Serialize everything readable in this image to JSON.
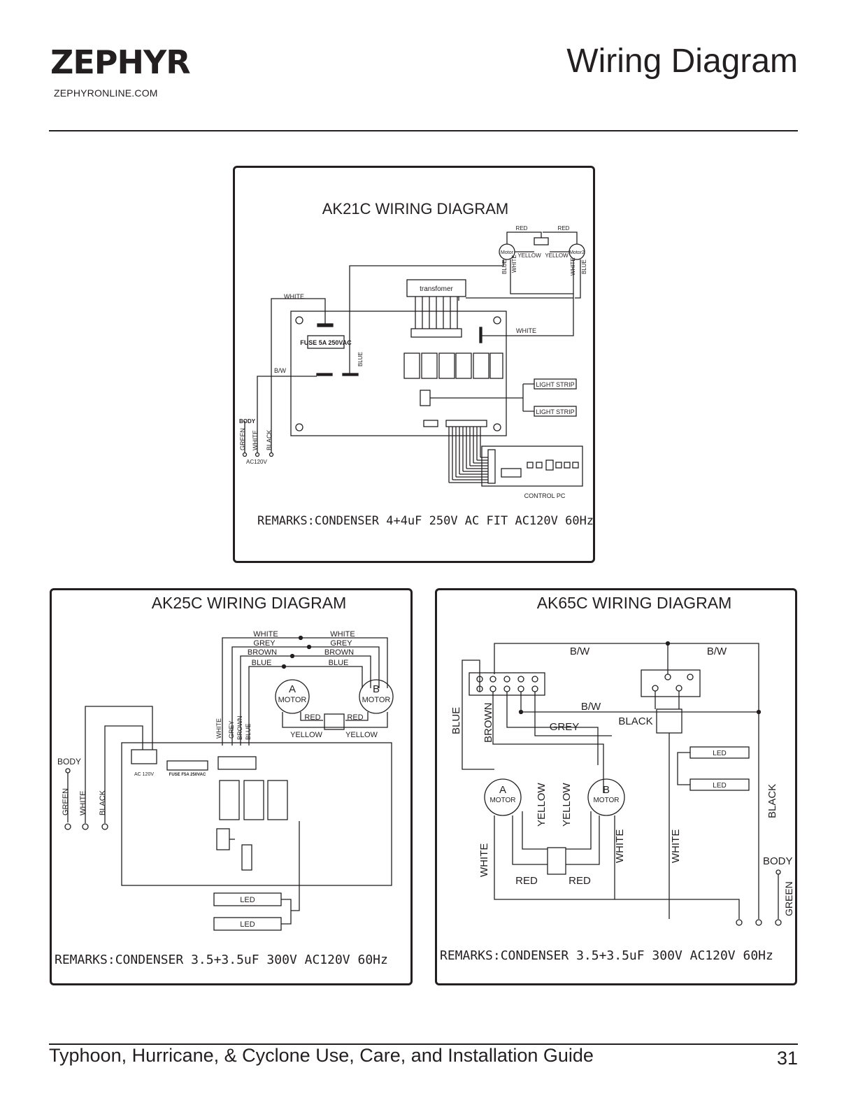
{
  "header": {
    "brand": "ZEPHYR",
    "website": "ZEPHYRONLINE.COM",
    "title": "Wiring Diagram"
  },
  "footer": {
    "guide_title": "Typhoon, Hurricane, & Cyclone Use, Care, and Installation Guide",
    "page_number": "31"
  },
  "ak21c": {
    "title": "AK21C WIRING DIAGRAM",
    "transformer": "transfomer",
    "fuse": "FUSE 5A 250VAC",
    "control": "CONTROL PC",
    "ac": "AC120V",
    "motor1": "Motor",
    "motor2": "Motor2",
    "wire_red": "RED",
    "wire_yellow": "YELLOW",
    "wire_blue": "BLUE",
    "wire_white": "WHITE",
    "wire_bw": "B/W",
    "wire_body": "BODY",
    "wire_green": "GREEN",
    "wire_black": "BLACK",
    "light_strip": "LIGHT STRIP",
    "remarks": "REMARKS:CONDENSER 4+4uF 250V AC FIT AC120V 60Hz"
  },
  "ak25c": {
    "title": "AK25C WIRING DIAGRAM",
    "wire_white": "WHITE",
    "wire_grey": "GREY",
    "wire_brown": "BROWN",
    "wire_blue": "BLUE",
    "wire_red": "RED",
    "wire_yellow": "YELLOW",
    "motor_a": "A",
    "motor_b": "B",
    "motor": "MOTOR",
    "body": "BODY",
    "green": "GREEN",
    "black": "BLACK",
    "ac": "AC 120V",
    "fuse": "FUSE F5A 250VAC",
    "led": "LED",
    "remarks": "REMARKS:CONDENSER 3.5+3.5uF 300V AC120V 60Hz"
  },
  "ak65c": {
    "title": "AK65C WIRING DIAGRAM",
    "wire_bw": "B/W",
    "wire_blue": "BLUE",
    "wire_brown": "BROWN",
    "wire_grey": "GREY",
    "wire_black": "BLACK",
    "wire_white": "WHITE",
    "wire_yellow": "YELLOW",
    "wire_red": "RED",
    "wire_green": "GREEN",
    "body": "BODY",
    "led": "LED",
    "motor_a": "A",
    "motor_b": "B",
    "motor": "MOTOR",
    "remarks": "REMARKS:CONDENSER 3.5+3.5uF 300V AC120V 60Hz"
  }
}
